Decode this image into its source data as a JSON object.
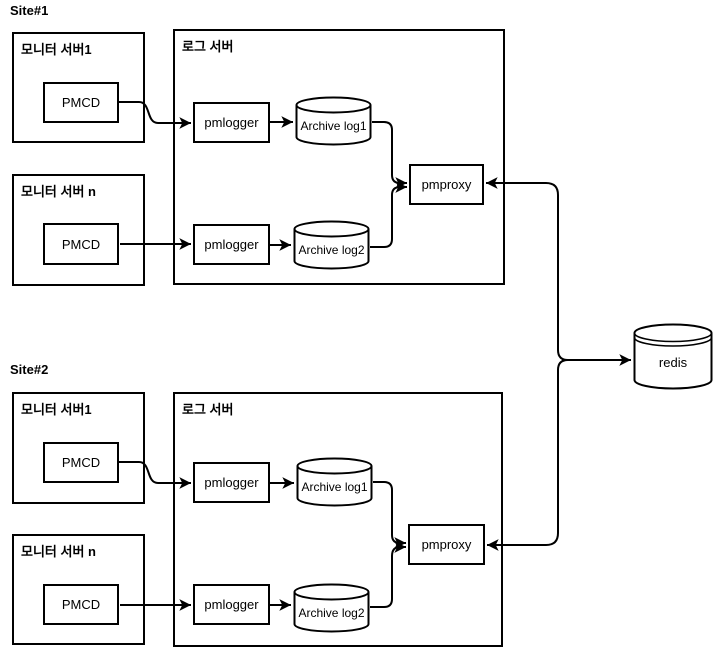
{
  "diagram": {
    "background_color": "#ffffff",
    "stroke_color": "#000000",
    "text_color": "#000000",
    "sites": [
      {
        "site_label": "Site#1",
        "monitor_server_1": {
          "title": "모니터 서버1",
          "pmcd_label": "PMCD"
        },
        "monitor_server_n": {
          "title": "모니터 서버 n",
          "pmcd_label": "PMCD"
        },
        "log_server": {
          "title": "로그 서버",
          "pmlogger_1": "pmlogger",
          "pmlogger_2": "pmlogger",
          "archive_log_1": "Archive log1",
          "archive_log_2": "Archive log2",
          "pmproxy_label": "pmproxy"
        }
      },
      {
        "site_label": "Site#2",
        "monitor_server_1": {
          "title": "모니터 서버1",
          "pmcd_label": "PMCD"
        },
        "monitor_server_n": {
          "title": "모니터 서버 n",
          "pmcd_label": "PMCD"
        },
        "log_server": {
          "title": "로그 서버",
          "pmlogger_1": "pmlogger",
          "pmlogger_2": "pmlogger",
          "archive_log_1": "Archive log1",
          "archive_log_2": "Archive log2",
          "pmproxy_label": "pmproxy"
        }
      }
    ],
    "redis": {
      "label": "redis"
    }
  }
}
